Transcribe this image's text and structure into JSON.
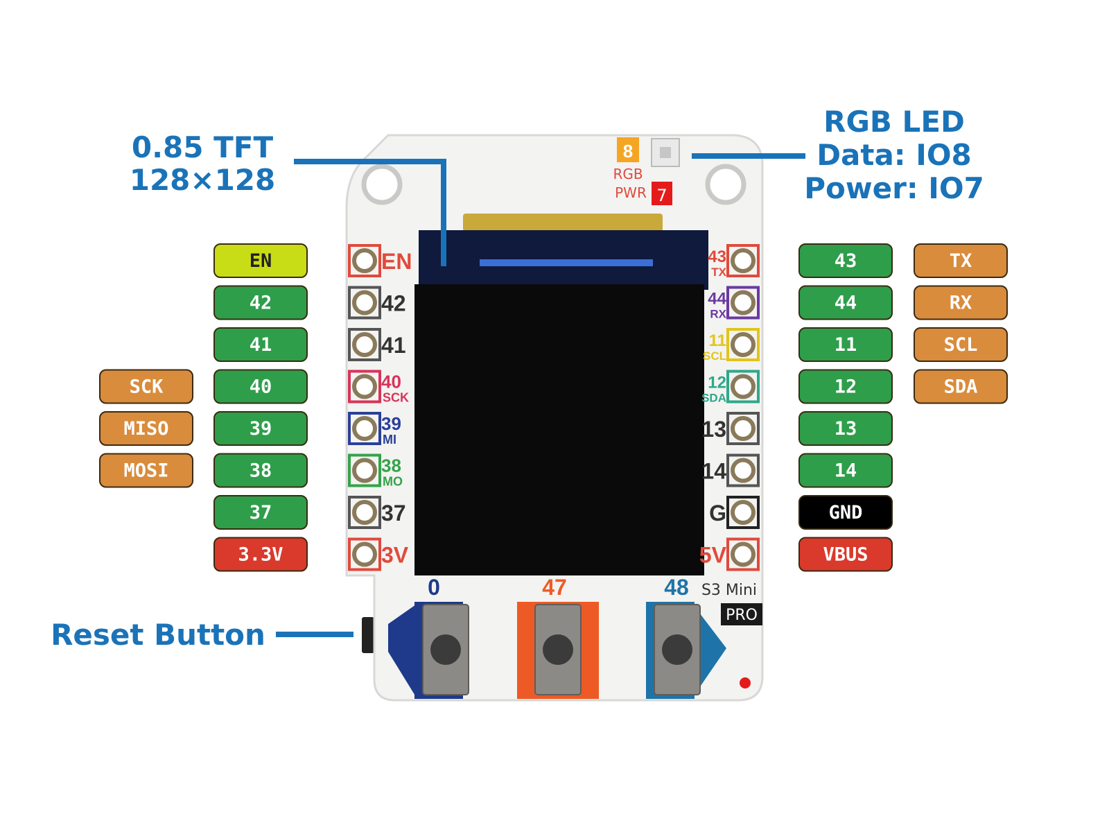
{
  "callouts": {
    "tft": [
      "0.85 TFT",
      "128×128"
    ],
    "rgb": [
      "RGB LED",
      "Data: IO8",
      "Power: IO7"
    ],
    "reset": "Reset Button"
  },
  "board": {
    "silkscreen": {
      "left": [
        "EN",
        "42",
        "41",
        "40",
        "39",
        "38",
        "37",
        "3V"
      ],
      "left_sub": {
        "40": "SCK",
        "39": "MI",
        "38": "MO"
      },
      "right": [
        "43",
        "44",
        "11",
        "12",
        "13",
        "14",
        "G",
        "5V"
      ],
      "right_sub": {
        "43": "TX",
        "44": "RX",
        "11": "SCL",
        "12": "SDA"
      },
      "rgb_pad": "8",
      "rgb_text": "RGB",
      "pwr_text": "PWR",
      "pwr_pad": "7",
      "btn_left": "0",
      "btn_mid": "47",
      "btn_right": "48",
      "model": "S3 Mini",
      "pro": "PRO"
    }
  },
  "pins": {
    "left_gpio": [
      "EN",
      "42",
      "41",
      "40",
      "39",
      "38",
      "37",
      "3.3V"
    ],
    "left_func": [
      "",
      "",
      "",
      "SCK",
      "MISO",
      "MOSI",
      "",
      ""
    ],
    "right_gpio": [
      "43",
      "44",
      "11",
      "12",
      "13",
      "14",
      "GND",
      "VBUS"
    ],
    "right_func": [
      "TX",
      "RX",
      "SCL",
      "SDA",
      "",
      "",
      "",
      ""
    ]
  },
  "colors": {
    "gpio": "#2e9e4a",
    "func": "#d98c3c",
    "en": "#c9dd17",
    "power": "#d93a2c",
    "gnd": "#000000",
    "callout": "#1a73b8",
    "pin_left_ring": [
      "#e04a3c",
      "#555555",
      "#555555",
      "#d8335a",
      "#2b3f9a",
      "#34a34a",
      "#555555",
      "#e04a3c"
    ],
    "pin_right_ring": [
      "#e04a3c",
      "#6a3aa0",
      "#e2c41a",
      "#2fa88a",
      "#555555",
      "#555555",
      "#222222",
      "#e04a3c"
    ]
  }
}
